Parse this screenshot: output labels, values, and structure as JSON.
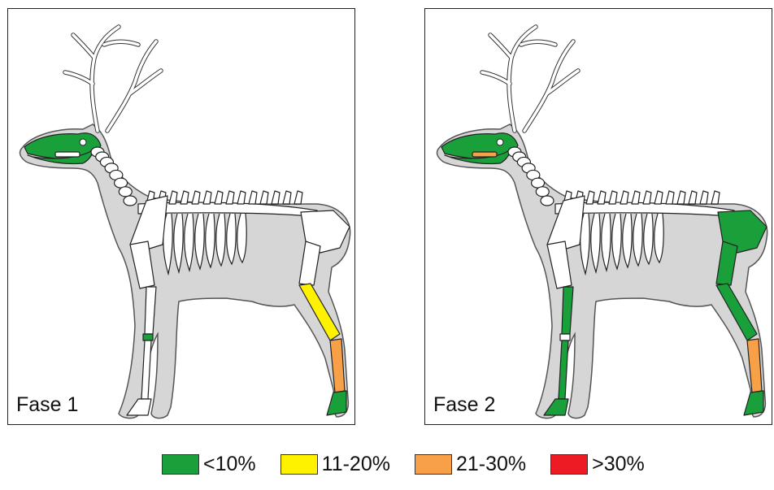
{
  "panels": [
    {
      "label": "Fase 1",
      "regions": {
        "skull": "green",
        "mandible": "green",
        "teeth": "white",
        "cervical": "white",
        "forelimb_upper": "white",
        "forelimb_lower": "white",
        "carpal": "green",
        "fore_hoof": "white",
        "femur": "white",
        "tibia": "yellow",
        "metatarsal": "orange",
        "hind_hoof": "green",
        "pelvis": "white"
      }
    },
    {
      "label": "Fase 2",
      "regions": {
        "skull": "green",
        "mandible": "green",
        "teeth": "orange",
        "cervical": "white",
        "forelimb_upper": "white",
        "forelimb_lower": "green",
        "carpal": "white",
        "fore_hoof": "green",
        "femur": "green",
        "tibia": "green",
        "metatarsal": "orange",
        "hind_hoof": "green",
        "pelvis": "green"
      }
    }
  ],
  "palette": {
    "green": "#1aa03a",
    "yellow": "#fff200",
    "orange": "#f7a048",
    "red": "#ed1c24",
    "white": "#ffffff",
    "body": "#d6d6d6",
    "outline": "#222222"
  },
  "legend": [
    {
      "color": "#1aa03a",
      "label": "<10%"
    },
    {
      "color": "#fff200",
      "label": "11-20%"
    },
    {
      "color": "#f7a048",
      "label": "21-30%"
    },
    {
      "color": "#ed1c24",
      "label": ">30%"
    }
  ]
}
